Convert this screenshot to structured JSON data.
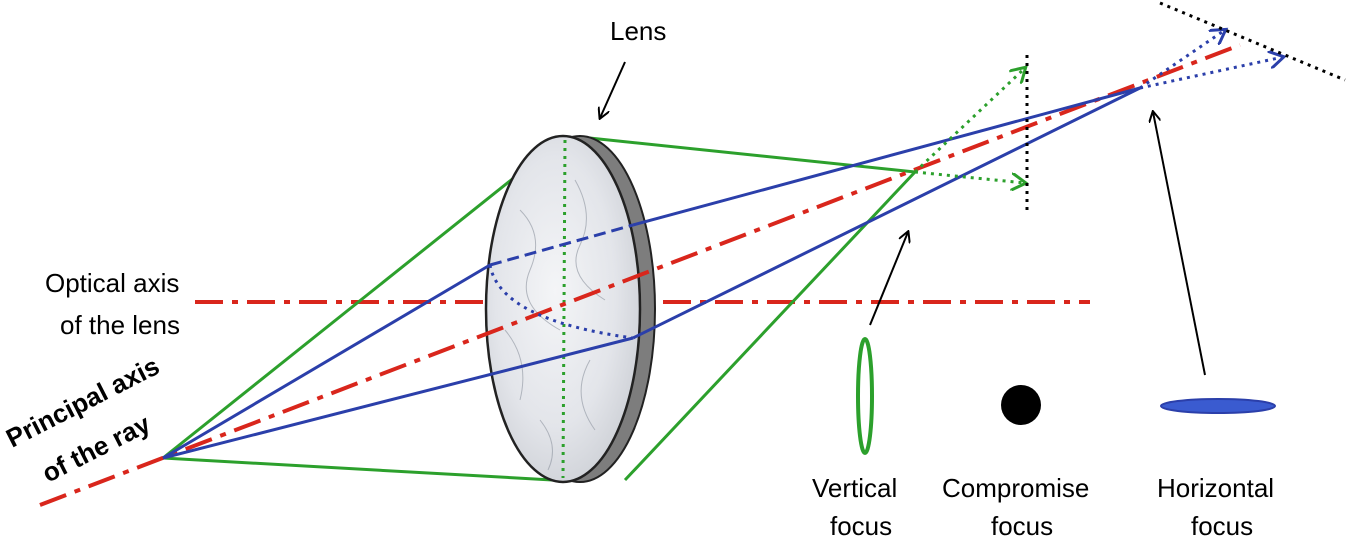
{
  "labels": {
    "lens": "Lens",
    "optical_axis_line1": "Optical axis",
    "optical_axis_line2": "of the lens",
    "principal_axis_line1": "Principal axis",
    "principal_axis_line2": "of the ray",
    "vertical_line1": "Vertical",
    "vertical_line2": "focus",
    "compromise_line1": "Compromise",
    "compromise_line2": "focus",
    "horizontal_line1": "Horizontal",
    "horizontal_line2": "focus"
  },
  "colors": {
    "axis_red": "#d9261c",
    "ray_green": "#2ca02c",
    "ray_blue": "#2b3faa",
    "lens_rim": "#7a7a7a",
    "lens_face": "#e8eaee",
    "focus_black": "#000000"
  }
}
